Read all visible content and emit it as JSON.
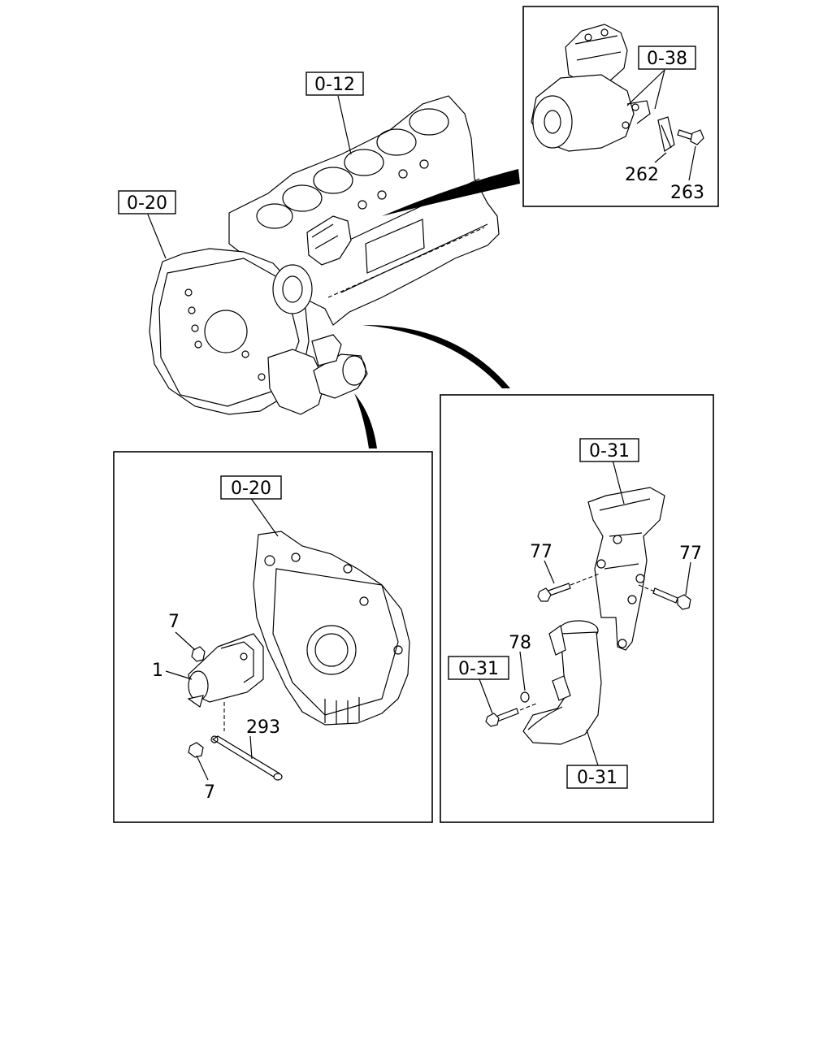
{
  "callouts": {
    "engine_block": "0-12",
    "flywheel_housing_main": "0-20",
    "compressor_group": "0-38",
    "flywheel_housing_detail": "0-20",
    "bracket_group": "0-31",
    "bolt_group": "0-31",
    "pipe_group": "0-31"
  },
  "part_numbers": {
    "clip": "262",
    "bolt_compressor": "263",
    "nut_upper": "7",
    "actuator": "1",
    "rod": "293",
    "nut_lower": "7",
    "bolt_left": "77",
    "bolt_right": "77",
    "washer": "78"
  }
}
